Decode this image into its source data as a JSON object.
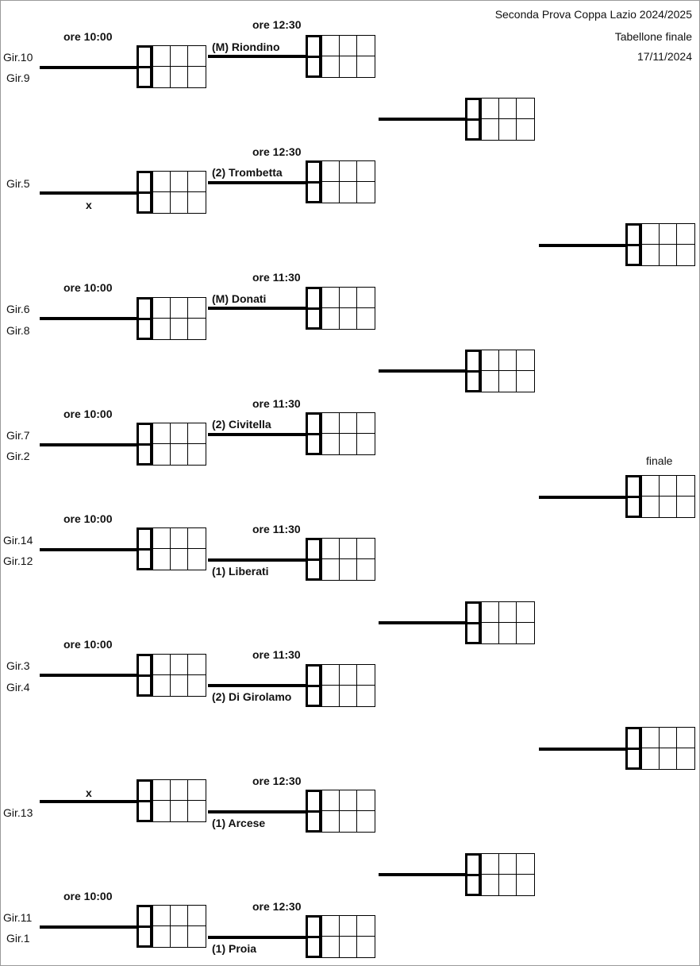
{
  "header": {
    "title": "Seconda Prova Coppa Lazio 2024/2025",
    "subtitle": "Tabellone finale",
    "date": "17/11/2024"
  },
  "final_label": "finale",
  "round1": [
    {
      "time": "ore 10:00",
      "top": "Gir.10",
      "bottom": "Gir.9"
    },
    {
      "top": "Gir.5",
      "bye": "x"
    },
    {
      "time": "ore 10:00",
      "top": "Gir.6",
      "bottom": "Gir.8"
    },
    {
      "time": "ore 10:00",
      "top": "Gir.7",
      "bottom": "Gir.2"
    },
    {
      "time": "ore 10:00",
      "top": "Gir.14",
      "bottom": "Gir.12"
    },
    {
      "time": "ore 10:00",
      "top": "Gir.3",
      "bottom": "Gir.4"
    },
    {
      "bye": "x",
      "bottom": "Gir.13"
    },
    {
      "time": "ore 10:00",
      "top": "Gir.11",
      "bottom": "Gir.1"
    }
  ],
  "round2": [
    {
      "time": "ore 12:30",
      "seed": "(M) Riondino"
    },
    {
      "time": "ore 12:30",
      "seed": "(2) Trombetta"
    },
    {
      "time": "ore 11:30",
      "seed": "(M) Donati"
    },
    {
      "time": "ore 11:30",
      "seed": "(2) Civitella"
    },
    {
      "time": "ore 11:30",
      "seed": "(1) Liberati"
    },
    {
      "time": "ore 11:30",
      "seed": "(2) Di Girolamo"
    },
    {
      "time": "ore 12:30",
      "seed": "(1) Arcese"
    },
    {
      "time": "ore 12:30",
      "seed": "(1) Proia"
    }
  ]
}
